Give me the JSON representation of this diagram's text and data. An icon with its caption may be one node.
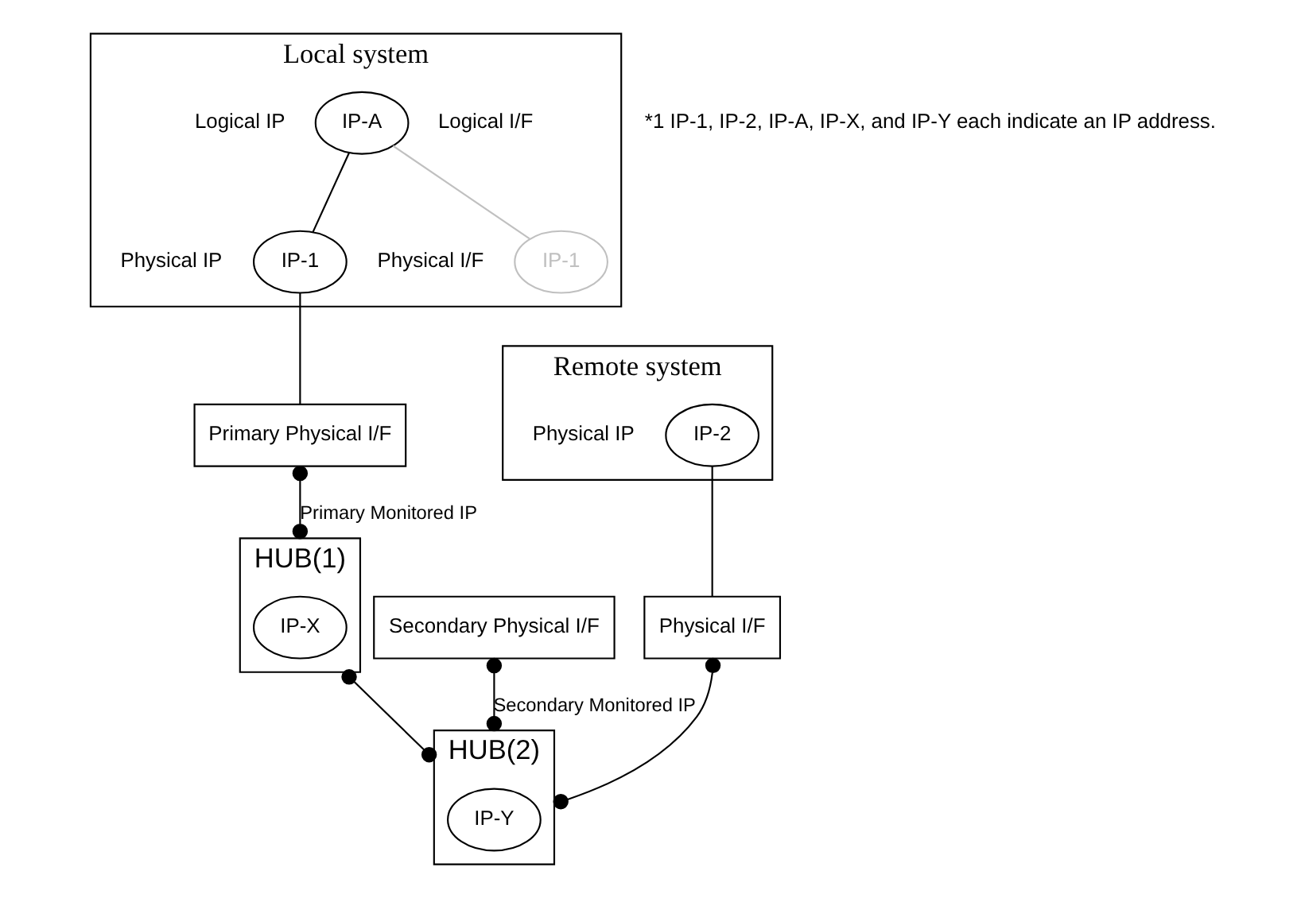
{
  "diagram": {
    "nodes": [
      {
        "text": [
          "Local system"
        ]
      },
      {
        "text": [
          "IP-A"
        ],
        "in": 0,
        "beside": [
          "Logical IP",
          "Logical I/F"
        ]
      },
      {
        "text": [
          "IP-1"
        ],
        "in": 0,
        "beside": [
          "Physical IP",
          "Physical I/F"
        ]
      },
      {
        "text": [
          "IP-1"
        ],
        "in": 0
      },
      {
        "text": [
          "Primary Physical I/F"
        ]
      },
      {
        "text": [
          "Secondary Physical I/F"
        ]
      },
      {
        "text": [
          "Remote system"
        ]
      },
      {
        "text": [
          "IP-2"
        ],
        "in": 6,
        "beside": [
          "Physical IP"
        ]
      },
      {
        "text": [
          "Physical I/F"
        ]
      },
      {
        "text": [
          "HUB(1)"
        ]
      },
      {
        "text": [
          "IP-X"
        ],
        "in": 9
      },
      {
        "text": [
          "HUB(2)"
        ]
      },
      {
        "text": [
          "IP-Y"
        ],
        "in": 11
      }
    ],
    "edges": [
      {
        "from": 1,
        "to": 2,
        "arrow": "none"
      },
      {
        "from": 1,
        "to": 3,
        "arrow": "none",
        "color": "#c0c0c0"
      },
      {
        "from": 2,
        "to": 4,
        "arrow": "none"
      },
      {
        "from": 7,
        "to": 8,
        "arrow": "none"
      },
      {
        "from": 4,
        "to": 9,
        "arrow": "other",
        "label": "Primary Monitored IP"
      },
      {
        "from": 5,
        "to": 11,
        "arrow": "other",
        "label": "Secondary Monitored IP"
      },
      {
        "from": 8,
        "to": 11,
        "arrow": "other"
      },
      {
        "from": 9,
        "to": 11,
        "arrow": "other"
      }
    ],
    "labels": [
      "*1 IP-1, IP-2, IP-A, IP-X, and IP-Y each indicate an IP address."
    ]
  }
}
